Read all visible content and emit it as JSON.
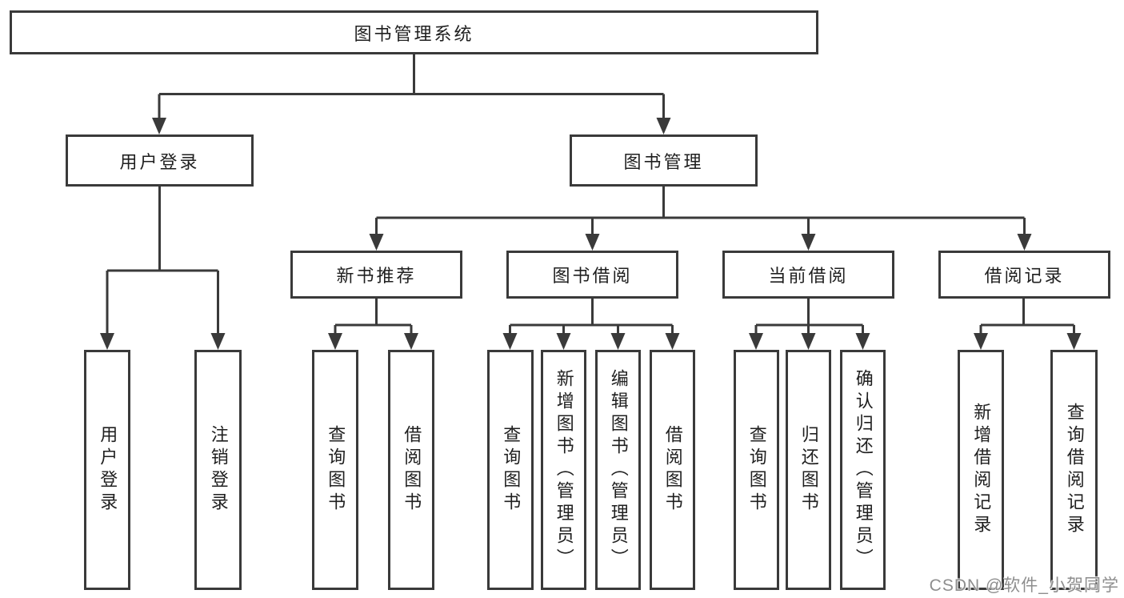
{
  "diagram_title": "图书管理系统",
  "colors": {
    "line": "#3a3a3a",
    "box_border": "#3a3a3a",
    "text": "#1f1f1f",
    "background": "#ffffff",
    "watermark": "#8e8e8e"
  },
  "tree": {
    "root": {
      "label": "图书管理系统",
      "children": [
        {
          "label": "用户登录",
          "children": [
            {
              "label": "用户登录"
            },
            {
              "label": "注销登录"
            }
          ]
        },
        {
          "label": "图书管理",
          "children": [
            {
              "label": "新书推荐",
              "children": [
                {
                  "label": "查询图书"
                },
                {
                  "label": "借阅图书"
                }
              ]
            },
            {
              "label": "图书借阅",
              "children": [
                {
                  "label": "查询图书"
                },
                {
                  "label": "新增图书（管理员）"
                },
                {
                  "label": "编辑图书（管理员）"
                },
                {
                  "label": "借阅图书"
                }
              ]
            },
            {
              "label": "当前借阅",
              "children": [
                {
                  "label": "查询图书"
                },
                {
                  "label": "归还图书"
                },
                {
                  "label": "确认归还（管理员）"
                }
              ]
            },
            {
              "label": "借阅记录",
              "children": [
                {
                  "label": "新增借阅记录"
                },
                {
                  "label": "查询借阅记录"
                }
              ]
            }
          ]
        }
      ]
    }
  },
  "watermark": {
    "text": "CSDN @软件_小贺同学"
  }
}
